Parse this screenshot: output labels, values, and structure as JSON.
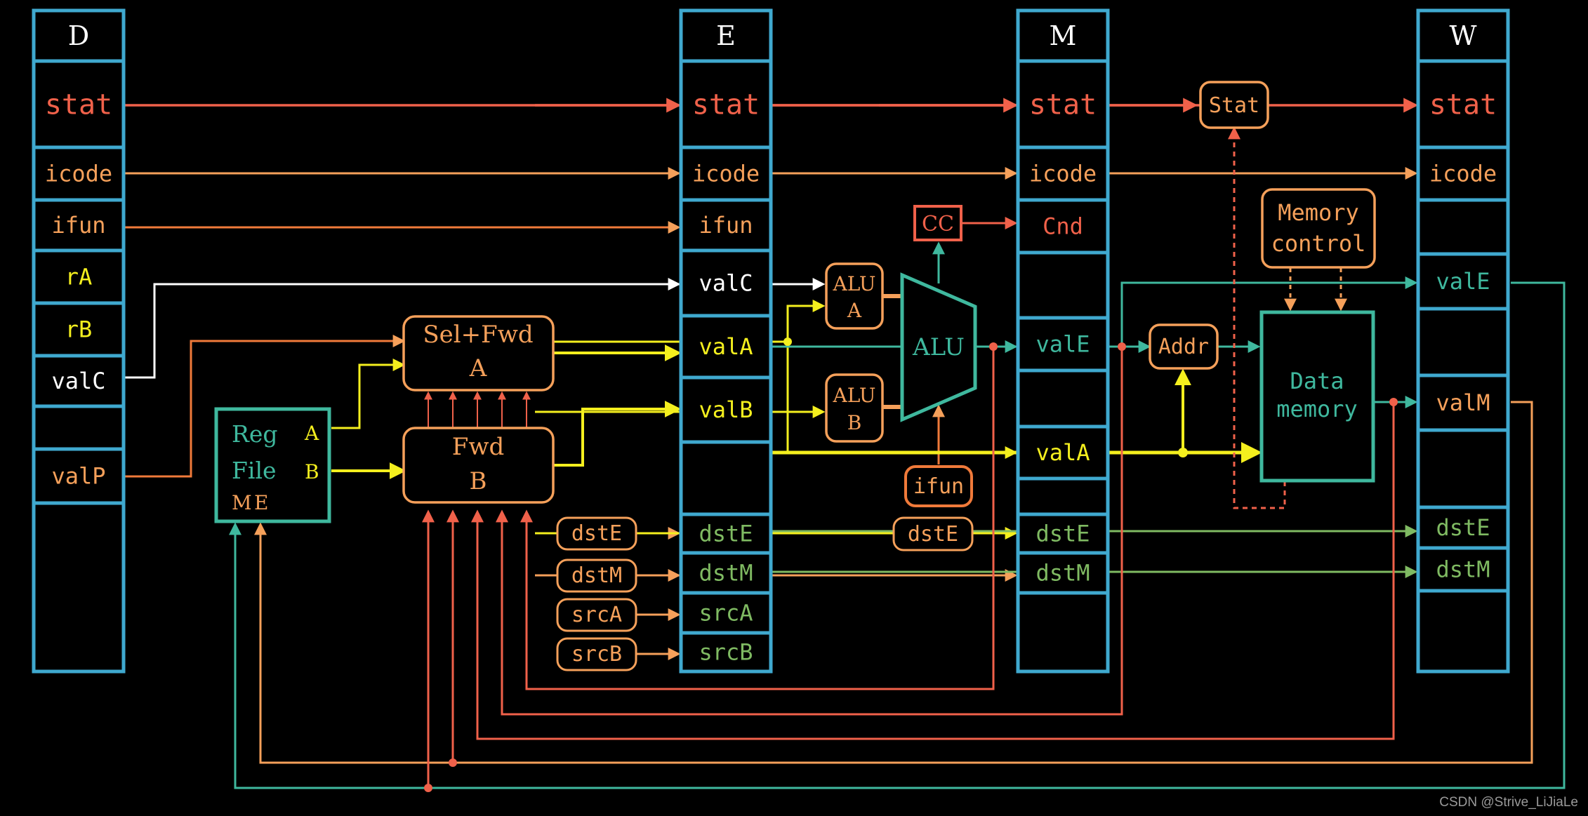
{
  "colors": {
    "stage": "#3fa9cf",
    "red": "#f0614a",
    "orange": "#f5a05a",
    "yellow": "#f4ef1e",
    "white": "#ffffff",
    "teal": "#3fb89e",
    "green": "#7fba62",
    "black": "#000000"
  },
  "stages": {
    "D": {
      "name": "D",
      "fields": [
        {
          "label": "stat",
          "color": "red"
        },
        {
          "label": "icode",
          "color": "orange"
        },
        {
          "label": "ifun",
          "color": "orange"
        },
        {
          "label": "rA",
          "color": "yellow"
        },
        {
          "label": "rB",
          "color": "yellow"
        },
        {
          "label": "valC",
          "color": "white"
        },
        {
          "label": "",
          "color": "white"
        },
        {
          "label": "valP",
          "color": "orange"
        }
      ]
    },
    "E": {
      "name": "E",
      "fields": [
        {
          "label": "stat",
          "color": "red"
        },
        {
          "label": "icode",
          "color": "orange"
        },
        {
          "label": "ifun",
          "color": "orange"
        },
        {
          "label": "valC",
          "color": "white"
        },
        {
          "label": "valA",
          "color": "yellow"
        },
        {
          "label": "valB",
          "color": "yellow"
        },
        {
          "label": "",
          "color": "white"
        },
        {
          "label": "dstE",
          "color": "green"
        },
        {
          "label": "dstM",
          "color": "green"
        },
        {
          "label": "srcA",
          "color": "green"
        },
        {
          "label": "srcB",
          "color": "green"
        }
      ]
    },
    "M": {
      "name": "M",
      "fields": [
        {
          "label": "stat",
          "color": "red"
        },
        {
          "label": "icode",
          "color": "orange"
        },
        {
          "label": "Cnd",
          "color": "red"
        },
        {
          "label": "",
          "color": "white"
        },
        {
          "label": "valE",
          "color": "teal"
        },
        {
          "label": "",
          "color": "white"
        },
        {
          "label": "valA",
          "color": "yellow"
        },
        {
          "label": "",
          "color": "white"
        },
        {
          "label": "dstE",
          "color": "green"
        },
        {
          "label": "dstM",
          "color": "green"
        }
      ]
    },
    "W": {
      "name": "W",
      "fields": [
        {
          "label": "stat",
          "color": "red"
        },
        {
          "label": "icode",
          "color": "orange"
        },
        {
          "label": "",
          "color": "white"
        },
        {
          "label": "valE",
          "color": "teal"
        },
        {
          "label": "",
          "color": "white"
        },
        {
          "label": "valM",
          "color": "orange"
        },
        {
          "label": "",
          "color": "white"
        },
        {
          "label": "dstE",
          "color": "green"
        },
        {
          "label": "dstM",
          "color": "green"
        }
      ]
    }
  },
  "units": {
    "sel_fwd_a": {
      "line1": "Sel+Fwd",
      "line2": "A"
    },
    "fwd_b": {
      "line1": "Fwd",
      "line2": "B"
    },
    "reg_file": {
      "line1": "Reg",
      "line2": "File",
      "port_a": "A",
      "port_b": "B",
      "port_m": "M",
      "port_e": "E"
    },
    "dstE_e": "dstE",
    "dstM_e": "dstM",
    "srcA_e": "srcA",
    "srcB_e": "srcB",
    "alu_a": {
      "line1": "ALU",
      "line2": "A"
    },
    "alu_b": {
      "line1": "ALU",
      "line2": "B"
    },
    "alu": "ALU",
    "cc": "CC",
    "ifun_ctl": "ifun",
    "dstE_m": "dstE",
    "addr": "Addr",
    "stat_unit": "Stat",
    "mem_control": {
      "line1": "Memory",
      "line2": "control"
    },
    "data_memory": {
      "line1": "Data",
      "line2": "memory"
    }
  },
  "watermark": "CSDN @Strive_LiJiaLe"
}
